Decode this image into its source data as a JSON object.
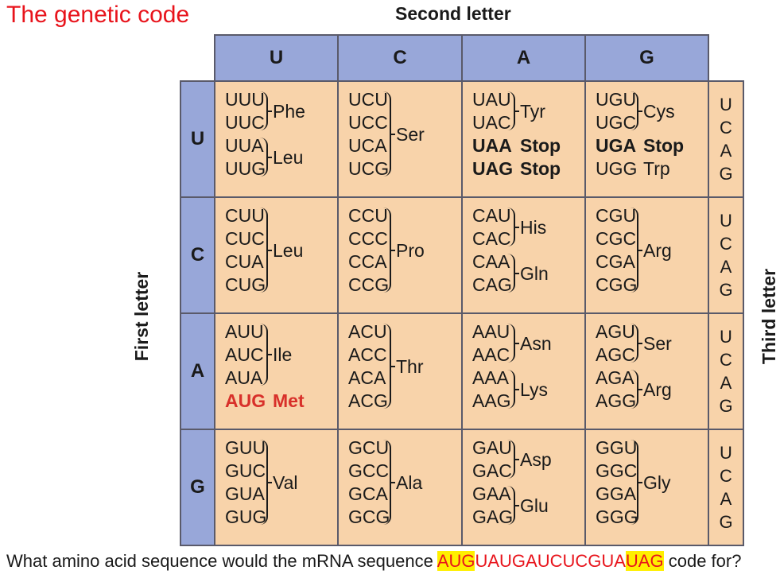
{
  "title": "The genetic code",
  "labels": {
    "second": "Second letter",
    "first": "First letter",
    "third": "Third letter"
  },
  "headers": [
    "U",
    "C",
    "A",
    "G"
  ],
  "rows": [
    {
      "letter": "U",
      "third": [
        "U",
        "C",
        "A",
        "G"
      ]
    },
    {
      "letter": "C",
      "third": [
        "U",
        "C",
        "A",
        "G"
      ]
    },
    {
      "letter": "A",
      "third": [
        "U",
        "C",
        "A",
        "G"
      ]
    },
    {
      "letter": "G",
      "third": [
        "U",
        "C",
        "A",
        "G"
      ]
    }
  ],
  "cells": {
    "UU": {
      "codons": [
        "UUU",
        "UUC",
        "UUA",
        "UUG"
      ],
      "aa": [
        "Phe",
        "Leu"
      ]
    },
    "UC": {
      "codons": [
        "UCU",
        "UCC",
        "UCA",
        "UCG"
      ],
      "aa": [
        "Ser"
      ]
    },
    "UA": {
      "codons": [
        "UAU",
        "UAC",
        "UAA",
        "UAG"
      ],
      "aa": [
        "Tyr",
        "Stop",
        "Stop"
      ]
    },
    "UG": {
      "codons": [
        "UGU",
        "UGC",
        "UGA",
        "UGG"
      ],
      "aa": [
        "Cys",
        "Stop",
        "Trp"
      ]
    },
    "CU": {
      "codons": [
        "CUU",
        "CUC",
        "CUA",
        "CUG"
      ],
      "aa": [
        "Leu"
      ]
    },
    "CC": {
      "codons": [
        "CCU",
        "CCC",
        "CCA",
        "CCG"
      ],
      "aa": [
        "Pro"
      ]
    },
    "CA": {
      "codons": [
        "CAU",
        "CAC",
        "CAA",
        "CAG"
      ],
      "aa": [
        "His",
        "Gln"
      ]
    },
    "CG": {
      "codons": [
        "CGU",
        "CGC",
        "CGA",
        "CGG"
      ],
      "aa": [
        "Arg"
      ]
    },
    "AU": {
      "codons": [
        "AUU",
        "AUC",
        "AUA",
        "AUG"
      ],
      "aa": [
        "Ile",
        "Met"
      ]
    },
    "AC": {
      "codons": [
        "ACU",
        "ACC",
        "ACA",
        "ACG"
      ],
      "aa": [
        "Thr"
      ]
    },
    "AA": {
      "codons": [
        "AAU",
        "AAC",
        "AAA",
        "AAG"
      ],
      "aa": [
        "Asn",
        "Lys"
      ]
    },
    "AG": {
      "codons": [
        "AGU",
        "AGC",
        "AGA",
        "AGG"
      ],
      "aa": [
        "Ser",
        "Arg"
      ]
    },
    "GU": {
      "codons": [
        "GUU",
        "GUC",
        "GUA",
        "GUG"
      ],
      "aa": [
        "Val"
      ]
    },
    "GC": {
      "codons": [
        "GCU",
        "GCC",
        "GCA",
        "GCG"
      ],
      "aa": [
        "Ala"
      ]
    },
    "GA": {
      "codons": [
        "GAU",
        "GAC",
        "GAA",
        "GAG"
      ],
      "aa": [
        "Asp",
        "Glu"
      ]
    },
    "GG": {
      "codons": [
        "GGU",
        "GGC",
        "GGA",
        "GGG"
      ],
      "aa": [
        "Gly"
      ]
    }
  },
  "question": {
    "prefix": "What amino acid sequence would the mRNA sequence ",
    "start": "AUG",
    "middle": "UAUGAUCUCGUA",
    "stop": "UAG",
    "suffix": " code for?"
  },
  "colors": {
    "header": "#98a7d9",
    "cell": "#f8d3aa",
    "title": "#e8141c",
    "highlight": "#ffef00",
    "start_codon": "#d8302a"
  }
}
